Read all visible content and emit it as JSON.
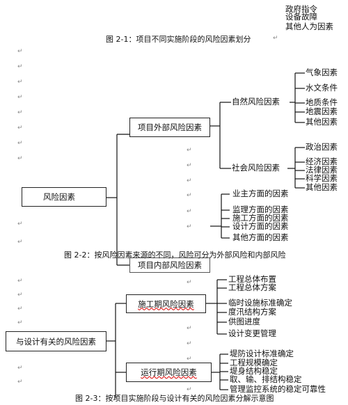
{
  "top_items": [
    "政府指令",
    "设备故障",
    "其他人为因素"
  ],
  "fig21_caption": "图 2-1：项目不同实施阶段的风险因素划分",
  "fig22": {
    "root": "风险因素",
    "external": "项目外部风险因素",
    "internal": "项目内部风险因素",
    "natural": "自然风险因素",
    "natural_items": [
      "气象因素",
      "水文条件",
      "地质条件",
      "地震因素",
      "其他因素"
    ],
    "social": "社会风险因素",
    "social_items": [
      "政治因素",
      "经济因素",
      "法律因素",
      "科学因素",
      "其他因素"
    ],
    "internal_items": [
      "业主方面的因素",
      "监理方面的因素",
      "施工方面的因素",
      "设计方面的因素",
      "其他方面的因素"
    ],
    "caption": "图 2-2：按风险因素来源的不同，风险可分为外部风险和内部风险"
  },
  "fig23": {
    "root": "与设计有关的风险因素",
    "construction": "施工期风险因素",
    "construction_items": [
      "工程总体布置",
      "工程总体方案",
      "临时设施标准确定",
      "度汛结构方案",
      "供图进度",
      "设计变更管理"
    ],
    "operation": "运行期风险因素",
    "operation_items": [
      "堤防设计标准确定",
      "工程规模确定",
      "堤身结构稳定",
      "取、输、排结构稳定",
      "管理监控系统的稳定可靠性"
    ],
    "caption": "图 2-3：按项目实施阶段与设计有关的风险因素分解示意图"
  },
  "paragraph_mark": "↵"
}
